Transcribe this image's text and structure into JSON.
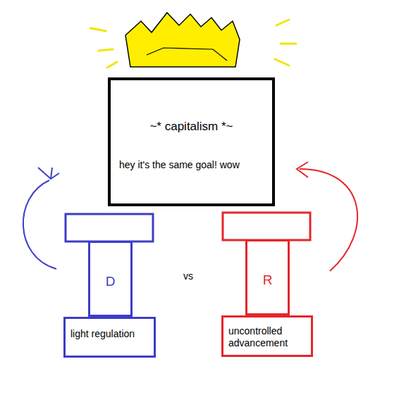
{
  "diagram": {
    "nodes": [
      {
        "text": [
          "~* capitalism *~",
          "hey it's the same goal! wow"
        ]
      },
      {
        "text": [
          "D"
        ]
      },
      {
        "text": [
          "light regulation"
        ]
      },
      {
        "text": [
          "R"
        ]
      },
      {
        "text": [
          "uncontrolled advancement"
        ]
      }
    ],
    "labels": [
      "vs"
    ]
  }
}
